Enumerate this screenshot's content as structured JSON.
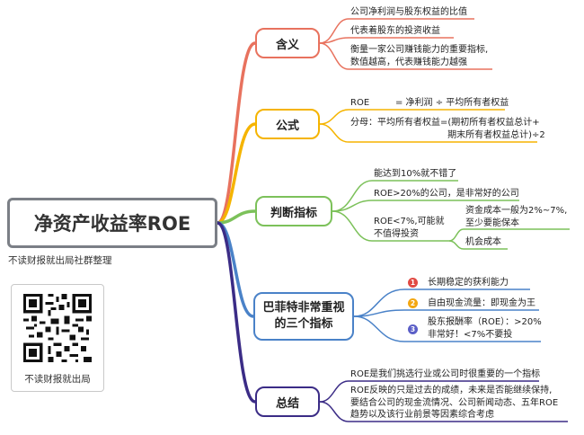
{
  "root": {
    "title": "净资产收益率ROE"
  },
  "subtitle": "不读财报就出局社群整理",
  "qr_label": "不读财报就出局",
  "colors": {
    "b1": "#e8725e",
    "b2": "#f5b400",
    "b3": "#7cc15a",
    "b4": "#4a82c8",
    "b5": "#3b2c86"
  },
  "branches": [
    {
      "label": "含义",
      "leaves": [
        "公司净利润与股东权益的比值",
        "代表着股东的投资收益",
        "衡量一家公司赚钱能力的重要指标,\n数值越高，代表赚钱能力越强"
      ]
    },
    {
      "label": "公式",
      "leaves": [
        "ROE",
        "= 净利润 ÷ 平均所有者权益",
        "分母：平均所有者权益=(期初所有者权益总计+\n                                  期末所有者权益总计)÷2"
      ]
    },
    {
      "label": "判断指标",
      "leaves": [
        "能达到10%就不错了",
        "ROE>20%的公司，是非常好的公司",
        "ROE<7%,可能就\n不值得投资",
        "资金成本一般为2%~7%,\n至少要能保本",
        "机会成本"
      ]
    },
    {
      "label": "巴菲特非常重视\n的三个指标",
      "items": [
        {
          "num": "1",
          "text": "长期稳定的获利能力",
          "color": "#e14a43"
        },
        {
          "num": "2",
          "text": "自由现金流量：即现金为王",
          "color": "#f3a712"
        },
        {
          "num": "3",
          "text": "股东报酬率（ROE）：>20%\n非常好！<7%不要投",
          "color": "#5b5fc7"
        }
      ]
    },
    {
      "label": "总结",
      "leaves": [
        "ROE是我们挑选行业或公司时很重要的一个指标",
        "ROE反映的只是过去的成绩，未来是否能继续保持,\n要结合公司的现金流情况、公司新闻动态、五年ROE\n趋势以及该行业前景等因素综合考虑"
      ]
    }
  ]
}
